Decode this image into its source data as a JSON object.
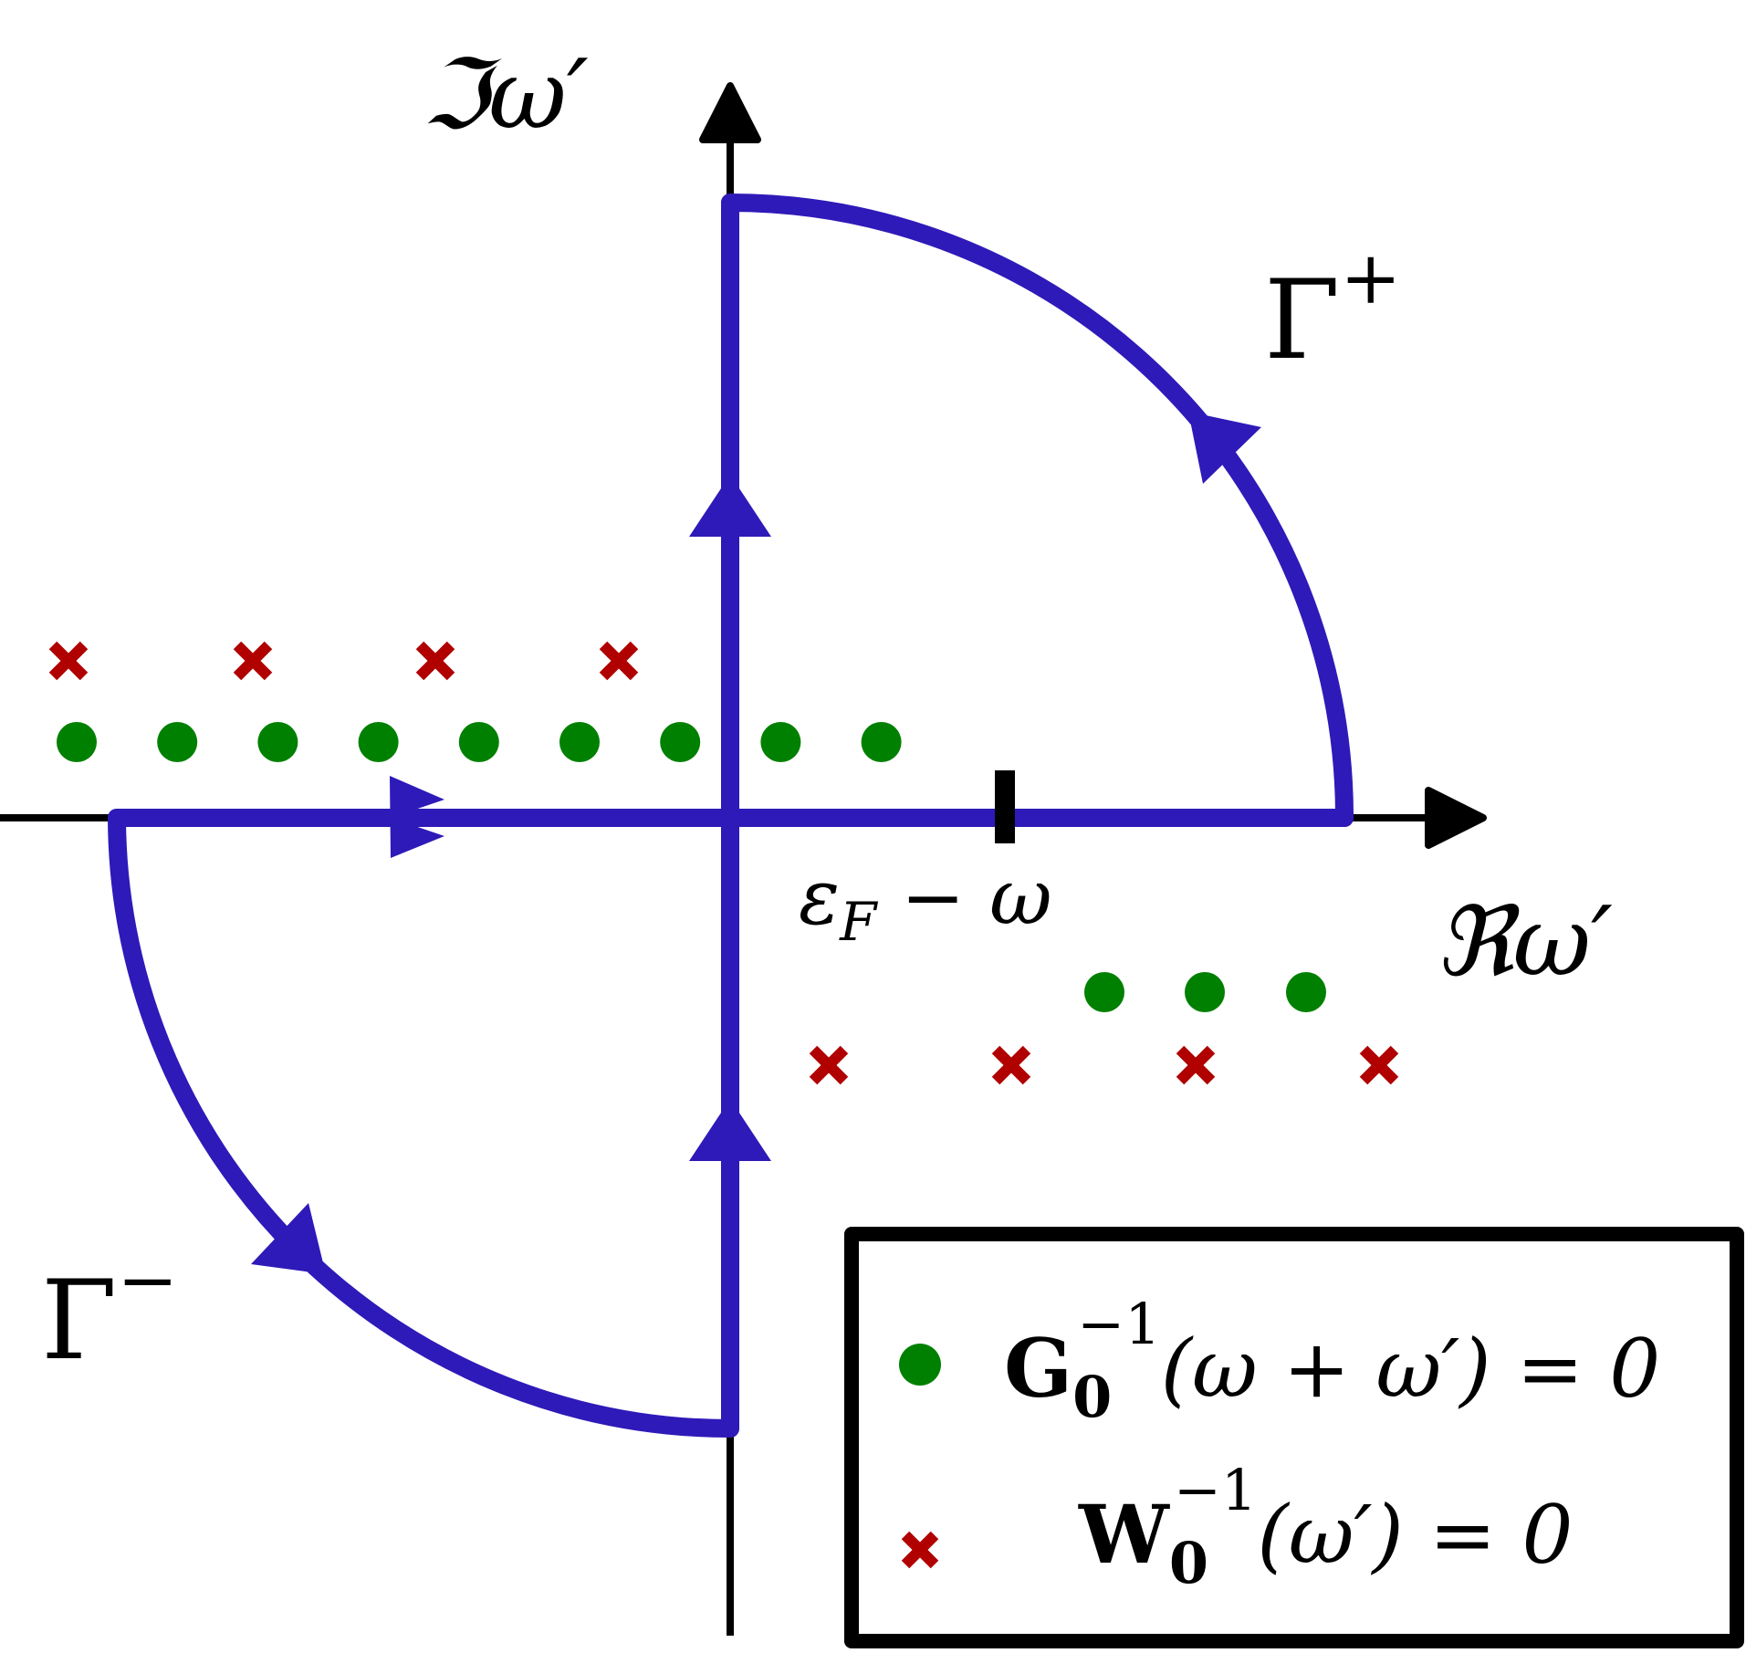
{
  "axes": {
    "imag_label": "ℑω′",
    "real_label": "ℜω′"
  },
  "contours": {
    "upper_label_base": "Γ",
    "upper_label_sup": "+",
    "lower_label_base": "Γ",
    "lower_label_sup": "−"
  },
  "markers": {
    "fermi_label_sym": "ε",
    "fermi_label_sub": "F",
    "fermi_label_rest": " − ω"
  },
  "legend": {
    "g_base": "G",
    "g_sub": "0",
    "g_sup": "−1",
    "g_rest": "(ω + ω′) = 0",
    "w_base": "W",
    "w_sub": "0",
    "w_sup": "−1",
    "w_rest": "(ω′) = 0"
  },
  "colors": {
    "contour": "#2e1ab8",
    "pole_green": "#008000",
    "pole_red": "#b00000",
    "axis": "#000000"
  }
}
